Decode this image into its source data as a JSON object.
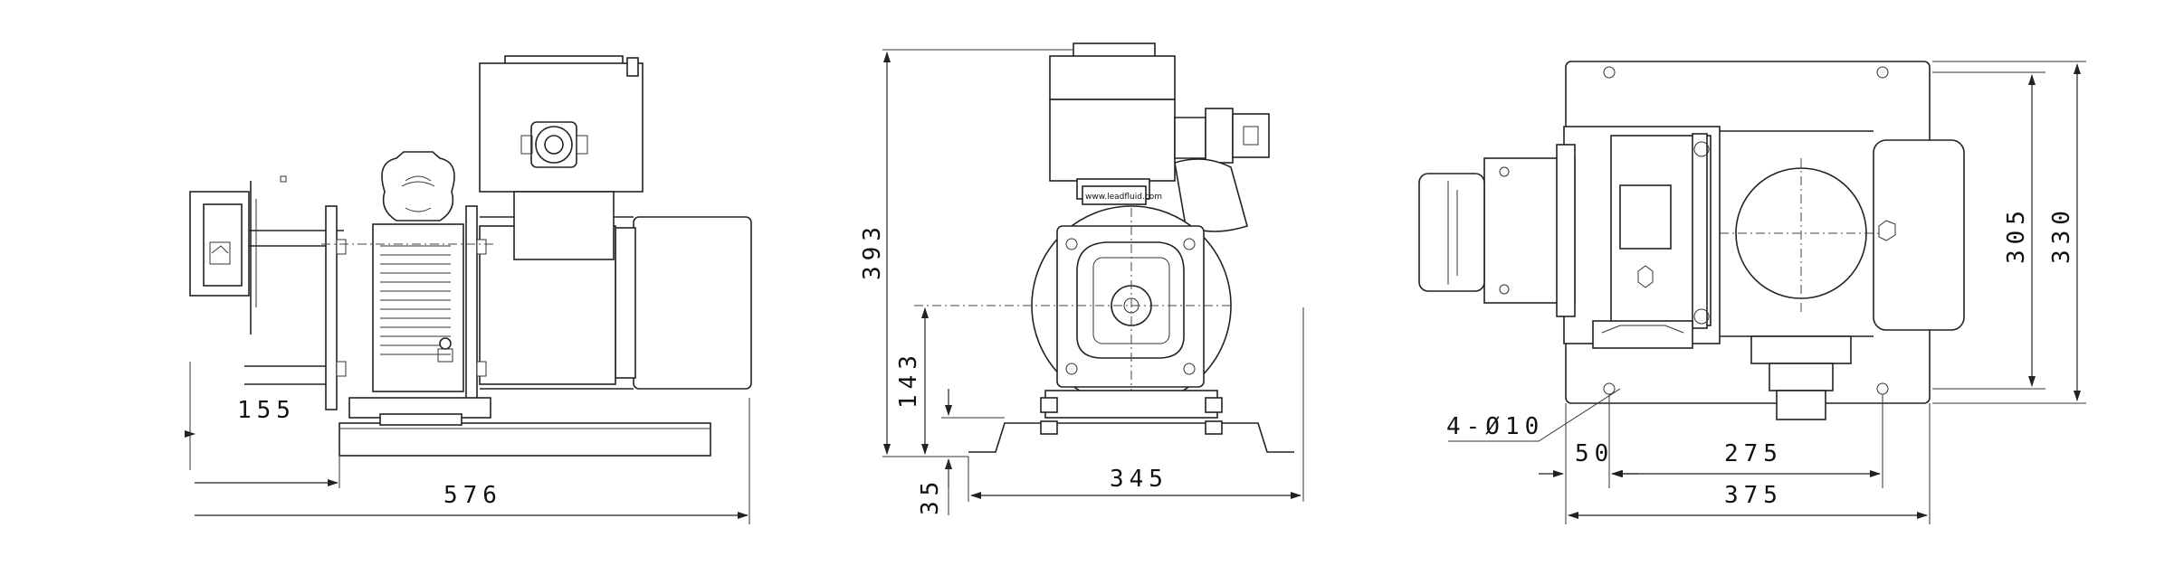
{
  "dimensions": {
    "side_view": {
      "width_total": "576",
      "offset": "155"
    },
    "front_view": {
      "height_total": "393",
      "center_height": "143",
      "base_height": "35",
      "base_width": "345"
    },
    "top_view": {
      "hole_spec": "4-Ø10",
      "edge_offset": "50",
      "hole_spacing_x": "275",
      "width_total": "375",
      "hole_spacing_y": "305",
      "depth_total": "330"
    }
  },
  "marks": {
    "brand_plate": "www.leadfluid.com"
  },
  "colors": {
    "line": "#222222",
    "background": "#ffffff"
  }
}
